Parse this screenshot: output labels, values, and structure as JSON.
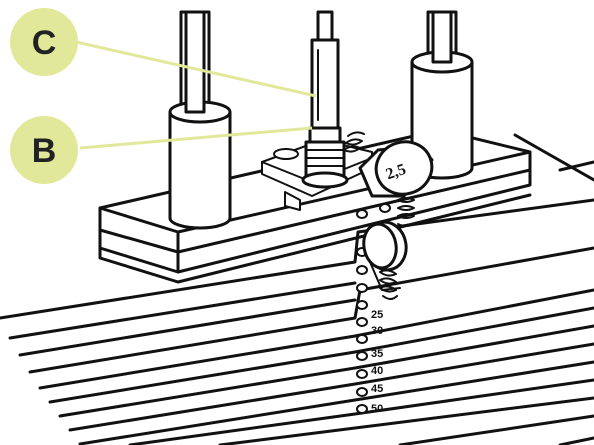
{
  "callouts": [
    {
      "label": "C"
    },
    {
      "label": "B"
    }
  ],
  "pin_label": "2,5",
  "weight_marks": [
    "25",
    "30",
    "35",
    "40",
    "45",
    "50"
  ],
  "colors": {
    "callout_fill": "#e2e89a",
    "ink": "#111111"
  }
}
